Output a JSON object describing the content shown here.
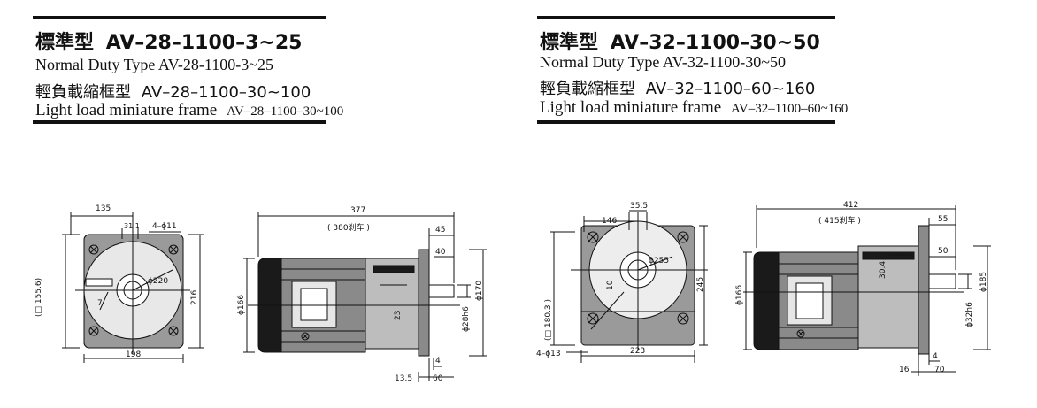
{
  "left_header": {
    "line1_cn": "標準型",
    "line1_model": "AV–28–1100–3~25",
    "line2": "Normal Duty Type   AV-28-1100-3~25",
    "line3_cn": "輕負載縮框型",
    "line3_model": "AV–28–1100–30~100",
    "line4_text": "Light load miniature frame",
    "line4_model": "AV–28–1100–30~100"
  },
  "right_header": {
    "line1_cn": "標準型",
    "line1_model": "AV–32–1100–30~50",
    "line2": "Normal Duty Type   AV-32-1100-30~50",
    "line3_cn": "輕負載縮框型",
    "line3_model": "AV–32–1100–60~160",
    "line4_text": "Light load miniature frame",
    "line4_model": "AV–32–1100–60~160"
  },
  "left_front_dims": {
    "d135": "135",
    "d31_1": "31.1",
    "holes": "4–ϕ11",
    "d220": "ϕ220",
    "d7": "7",
    "d155": "(□ 155.6)",
    "d216": "216",
    "d198": "198"
  },
  "left_side_dims": {
    "d377": "377",
    "d380": "( 380刹车 )",
    "d45": "45",
    "d40": "40",
    "d166": "ϕ166",
    "d23": "23",
    "d170": "ϕ170",
    "d28": "ϕ28h6",
    "d4": "4",
    "d13_5": "13.5",
    "d60": "60"
  },
  "right_front_dims": {
    "d35_5": "35.5",
    "d146": "146",
    "d255": "ϕ255",
    "d10": "10",
    "d180": "(□ 180.3 )",
    "d245": "245",
    "holes": "4–ϕ13",
    "d223": "223"
  },
  "right_side_dims": {
    "d412": "412",
    "d415": "( 415刹车 )",
    "d55": "55",
    "d50": "50",
    "d30_4": "30.4",
    "d166": "ϕ166",
    "d185": "ϕ185",
    "d32": "ϕ32h6",
    "d4": "4",
    "d16": "16",
    "d70": "70"
  }
}
